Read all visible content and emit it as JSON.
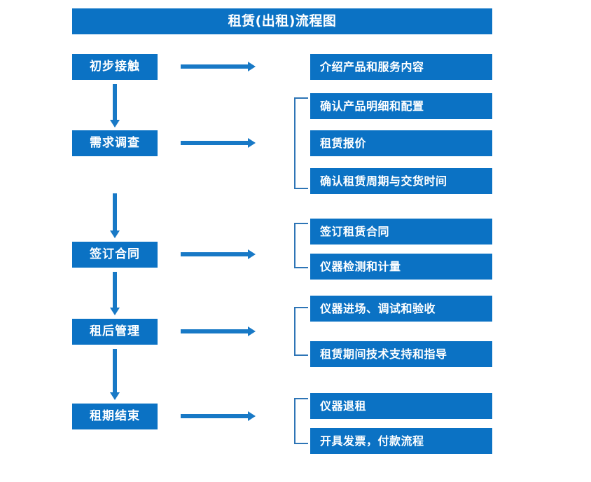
{
  "chart_data": {
    "type": "diagram",
    "title": "租赁(出租)流程图",
    "diagram_kind": "flowchart",
    "stages": [
      {
        "label": "初步接触",
        "details": [
          "介绍产品和服务内容"
        ]
      },
      {
        "label": "需求调查",
        "details": [
          "确认产品明细和配置",
          "租赁报价",
          "确认租赁周期与交货时间"
        ]
      },
      {
        "label": "签订合同",
        "details": [
          "签订租赁合同",
          "仪器检测和计量"
        ]
      },
      {
        "label": "租后管理",
        "details": [
          "仪器进场、调试和验收",
          "租赁期间技术支持和指导"
        ]
      },
      {
        "label": "租期结束",
        "details": [
          "仪器退租",
          "开具发票，付款流程"
        ]
      }
    ]
  },
  "header": {
    "title": "租赁(出租)流程图"
  },
  "colors": {
    "box_fill": "#0B72C4",
    "box_text": "#FFFFFF",
    "arrow": "#1879C6",
    "bracket": "#2E75B6",
    "background": "#FFFFFF"
  },
  "stages": [
    {
      "label": "初步接触"
    },
    {
      "label": "需求调查"
    },
    {
      "label": "签订合同"
    },
    {
      "label": "租后管理"
    },
    {
      "label": "租期结束"
    }
  ],
  "details": [
    {
      "label": "介绍产品和服务内容"
    },
    {
      "label": "确认产品明细和配置"
    },
    {
      "label": "租赁报价"
    },
    {
      "label": "确认租赁周期与交货时间"
    },
    {
      "label": "签订租赁合同"
    },
    {
      "label": "仪器检测和计量"
    },
    {
      "label": "仪器进场、调试和验收"
    },
    {
      "label": "租赁期间技术支持和指导"
    },
    {
      "label": "仪器退租"
    },
    {
      "label": "开具发票，付款流程"
    }
  ]
}
